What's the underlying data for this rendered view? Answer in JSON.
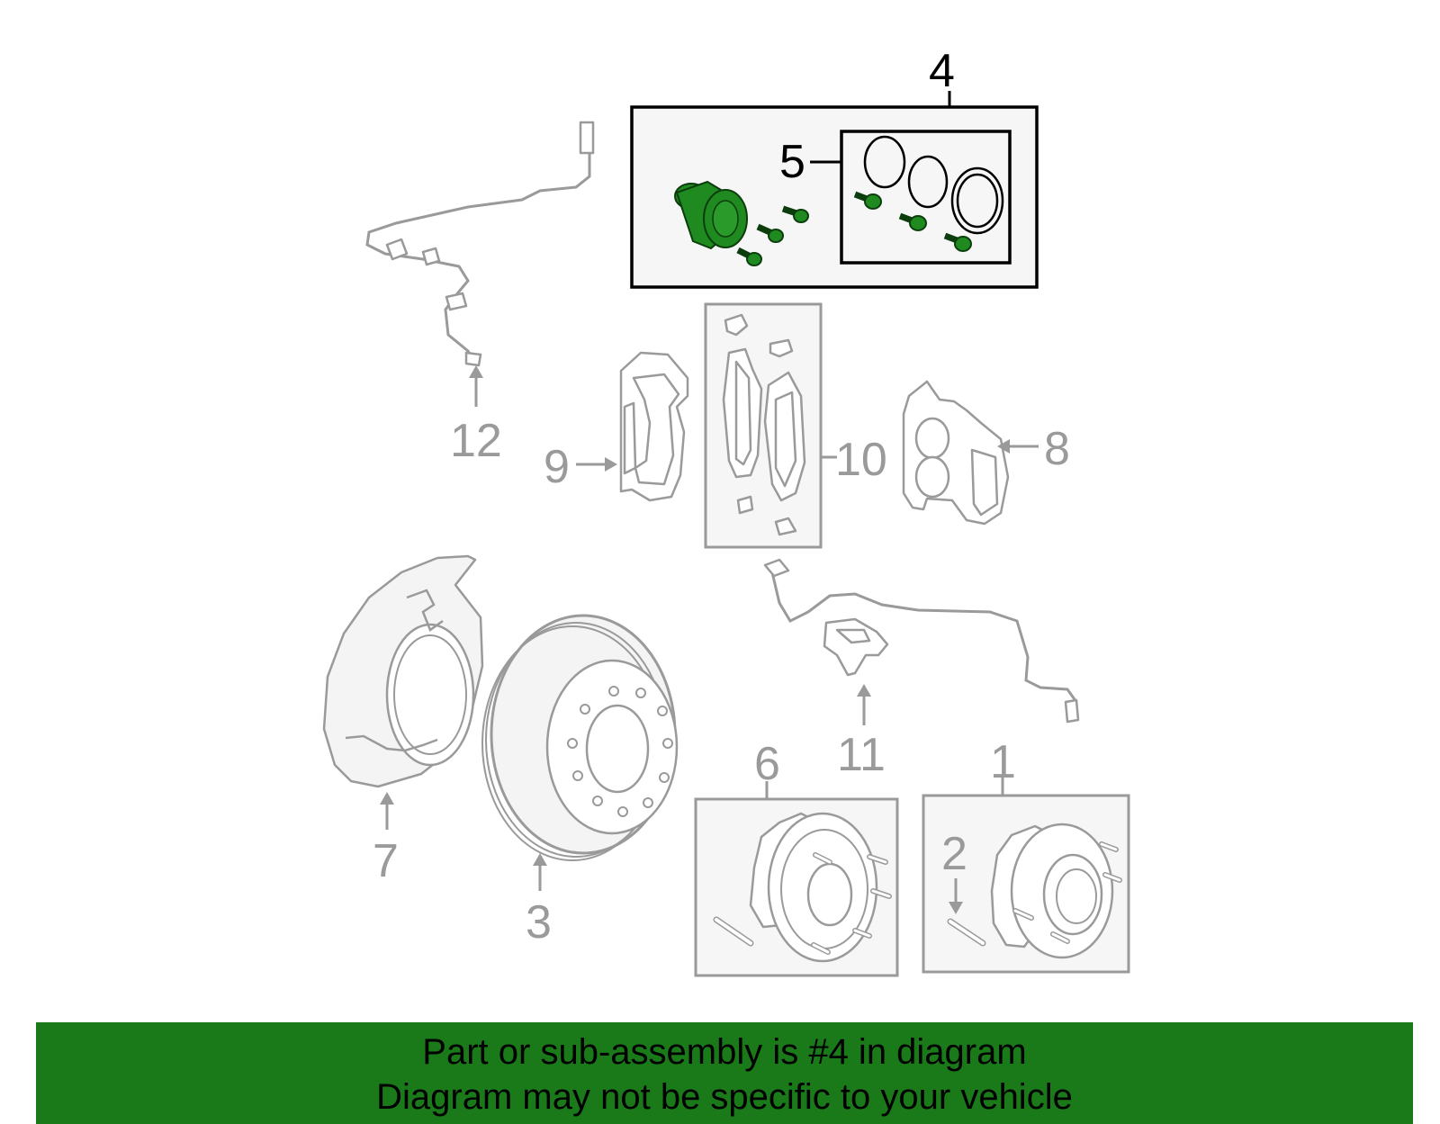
{
  "callouts": {
    "c1": "1",
    "c2": "2",
    "c3": "3",
    "c4": "4",
    "c5": "5",
    "c6": "6",
    "c7": "7",
    "c8": "8",
    "c9": "9",
    "c10": "10",
    "c11": "11",
    "c12": "12"
  },
  "highlight": {
    "part_number": "4",
    "color": "#1a7a1a"
  },
  "banner": {
    "line1": "Part or sub-assembly is #4 in diagram",
    "line2": "Diagram may not be specific to your vehicle"
  },
  "colors": {
    "banner": "#1a7a1a",
    "highlight_part": "#1f8a1f",
    "linework": "#9a9a9a"
  }
}
